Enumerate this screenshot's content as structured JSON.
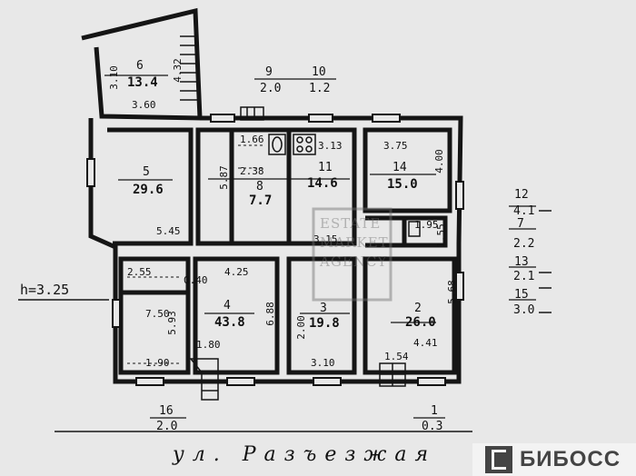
{
  "height_label": "h=3.25",
  "street_label": "ул. Разъезжая",
  "logo_text": "БИБОСС",
  "watermark": [
    "ESTATE",
    "MARKET",
    "AGENCY"
  ],
  "summary_left": {
    "num": "16",
    "area": "2.0"
  },
  "summary_bottom": {
    "num": "1",
    "area": "0.3"
  },
  "summary_top": [
    {
      "num": "9",
      "area": "2.0"
    },
    {
      "num": "10",
      "area": "1.2"
    }
  ],
  "summary_right": [
    {
      "num": "12",
      "area": "4.1"
    },
    {
      "num": "7",
      "area": "2.2"
    },
    {
      "num": "13",
      "area": "2.1"
    },
    {
      "num": "15",
      "area": "3.0"
    }
  ],
  "rooms": [
    {
      "id": "6",
      "num": "6",
      "area": "13.4"
    },
    {
      "id": "5",
      "num": "5",
      "area": "29.6"
    },
    {
      "id": "8",
      "num": "8",
      "area": "7.7"
    },
    {
      "id": "11",
      "num": "11",
      "area": "14.6"
    },
    {
      "id": "14",
      "num": "14",
      "area": "15.0"
    },
    {
      "id": "4",
      "num": "4",
      "area": "43.8"
    },
    {
      "id": "3",
      "num": "3",
      "area": "19.8"
    },
    {
      "id": "2",
      "num": "2",
      "area": "26.0"
    }
  ],
  "dimensions": {
    "d_3_10": "3.10",
    "d_4_32": "4.32",
    "d_3_60": "3.60",
    "d_5_45": "5.45",
    "d_1_66": "1.66",
    "d_2_38": "2.38",
    "d_5_87": "5.87",
    "d_3_13": "3.13",
    "d_3_75": "3.75",
    "d_4_00": "4.00",
    "d_1_95": "1.95",
    "d_1_55": "1.55",
    "d_2_55": "2.55",
    "d_0_40": "0.40",
    "d_4_25": "4.25",
    "d_7_50": "7.50",
    "d_5_93": "5.93",
    "d_6_88": "6.88",
    "d_2_00": "2.00",
    "d_5_68": "5.68",
    "d_1_80": "1.80",
    "d_1_90": "1.90",
    "d_3_10b": "3.10",
    "d_1_54": "1.54",
    "d_4_41": "4.41",
    "d_3_15": "3.15"
  }
}
